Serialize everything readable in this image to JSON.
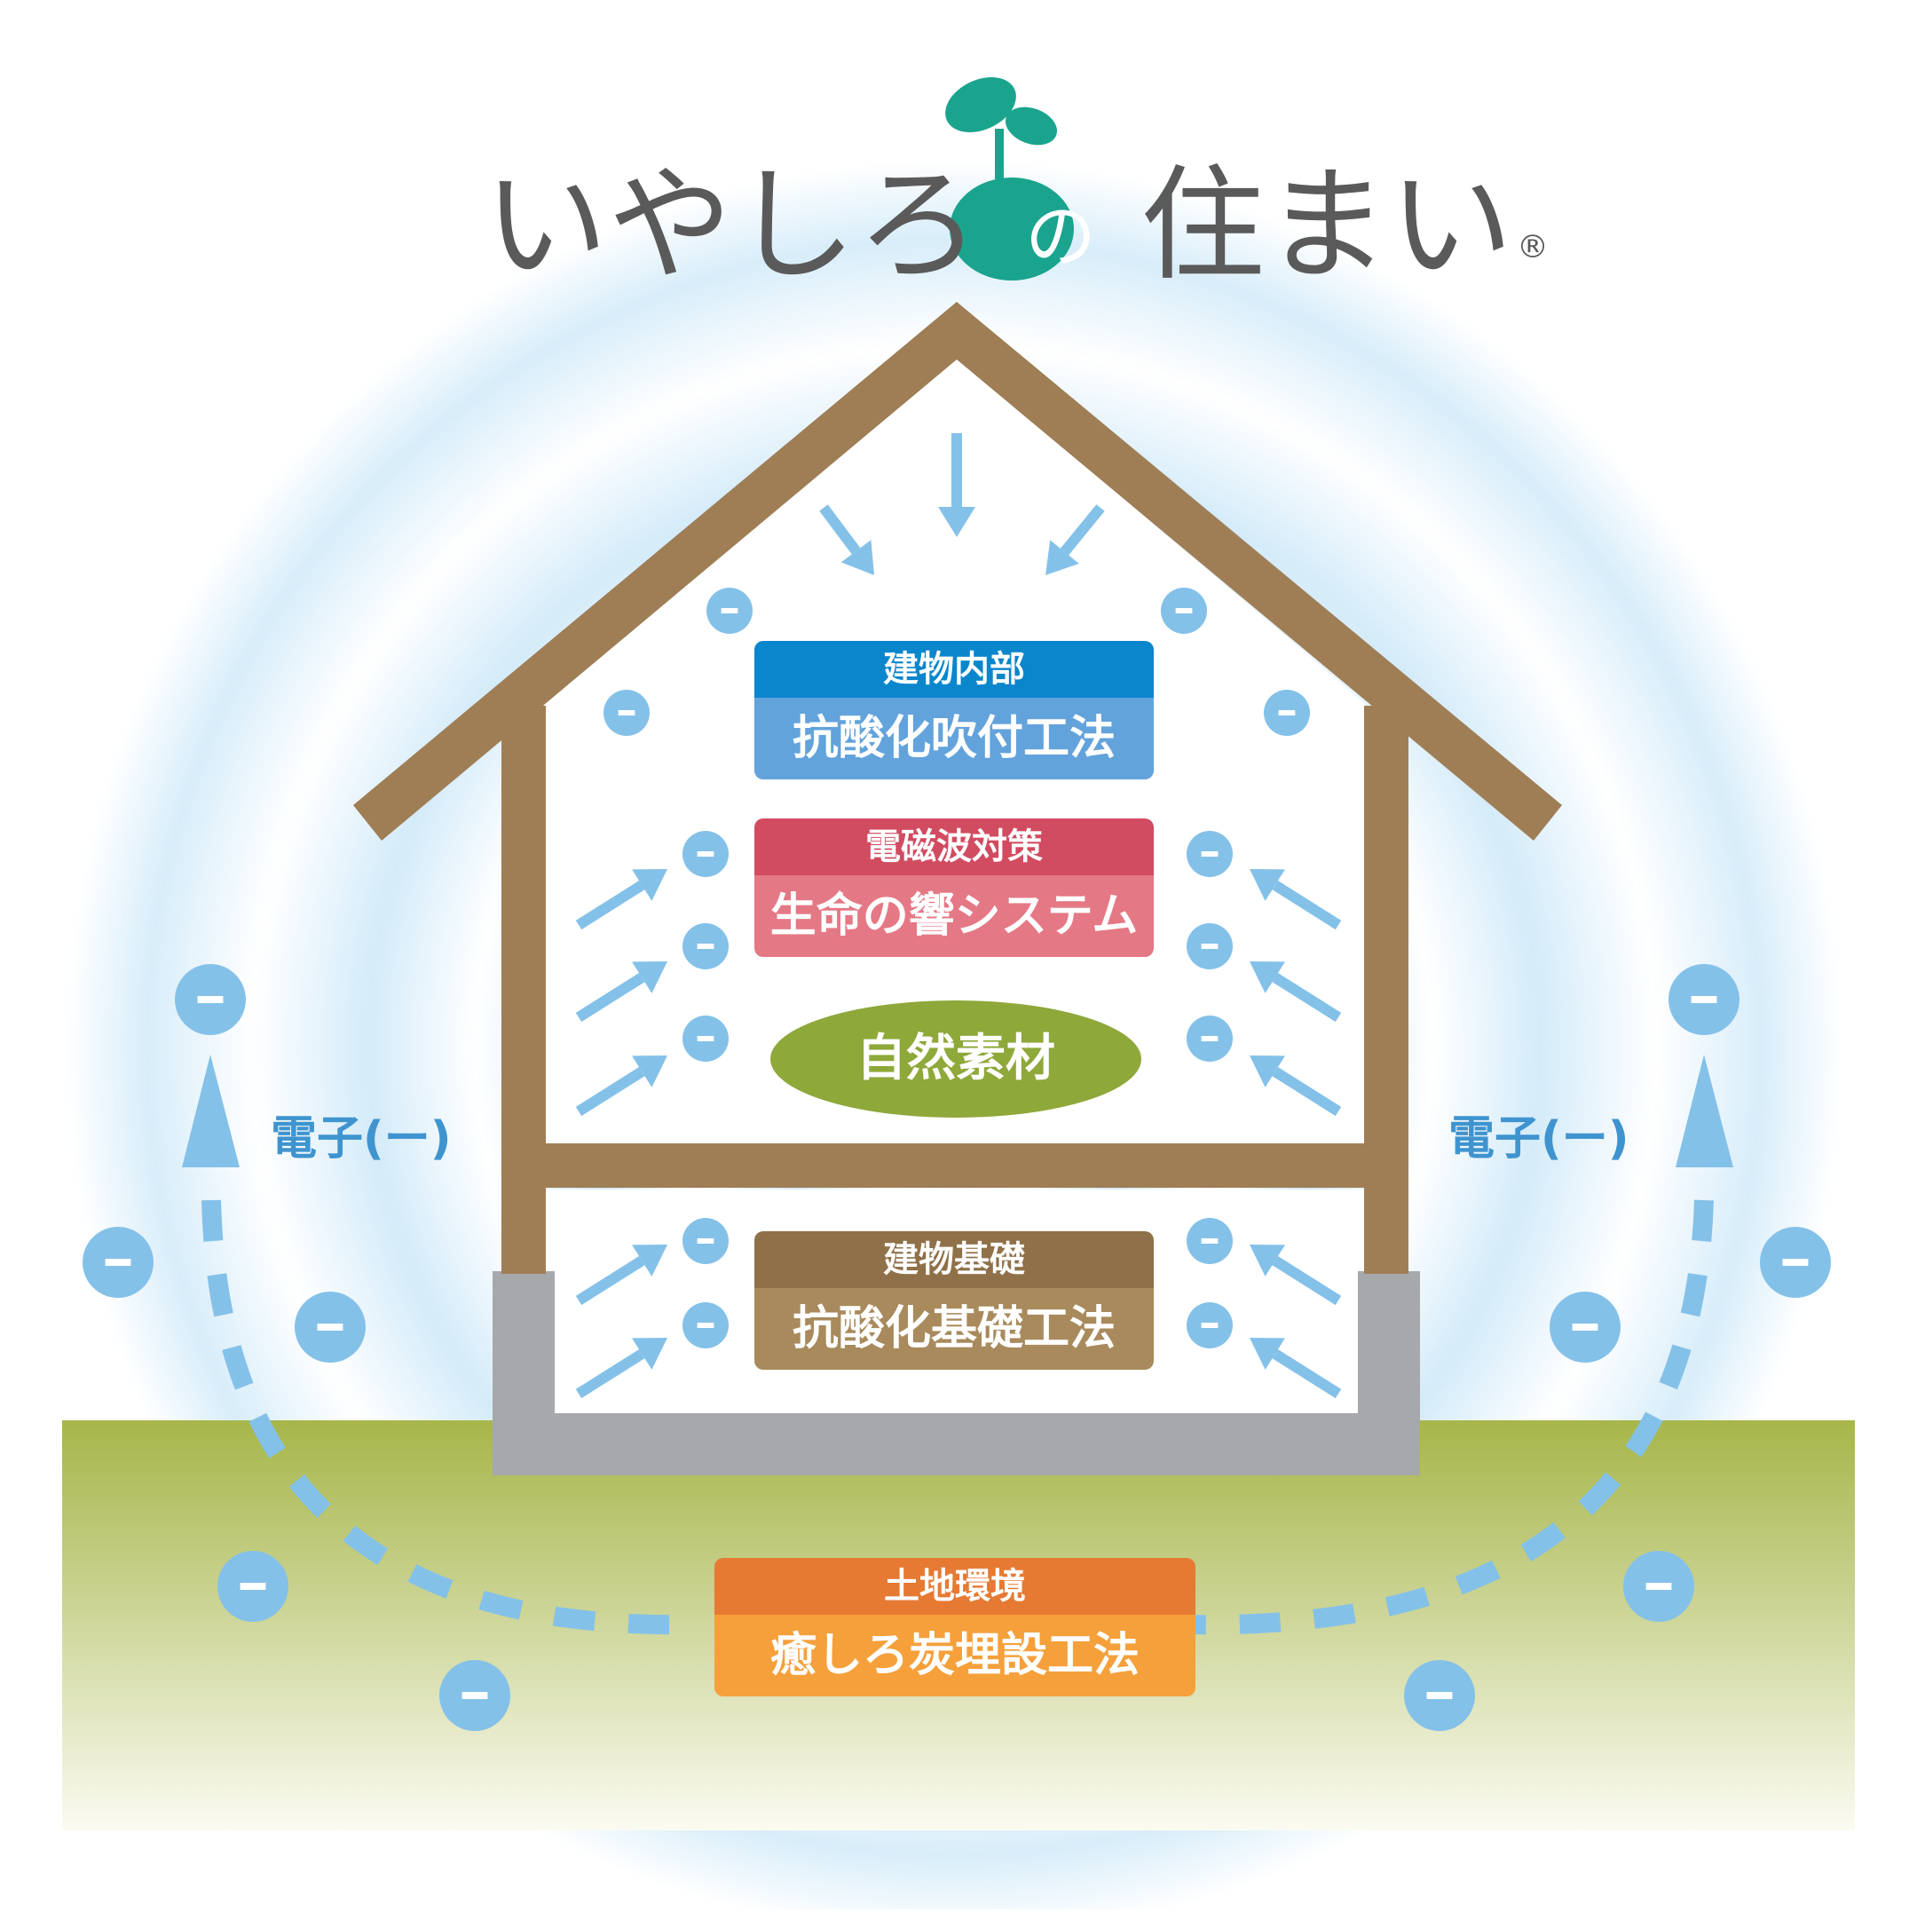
{
  "logo": {
    "prefix": "いやしろ",
    "sprout_char": "の",
    "suffix": "住まい",
    "registered": "®"
  },
  "boxes": {
    "interior": {
      "header": "建物内部",
      "body": "抗酸化吹付工法",
      "header_color": "#0a86cc",
      "body_color": "#63a3dc"
    },
    "emf": {
      "header": "電磁波対策",
      "body": "生命の響システム",
      "header_color": "#d14b61",
      "body_color": "#e57885"
    },
    "foundation": {
      "header": "建物基礎",
      "body": "抗酸化基礎工法",
      "header_color": "#8f7048",
      "body_color": "#a88a5c"
    },
    "land": {
      "header": "土地環境",
      "body": "癒しろ炭埋設工法",
      "header_color": "#e67a33",
      "body_color": "#f5a03b"
    }
  },
  "natural_material": {
    "label": "自然素材",
    "color": "#8ea83a"
  },
  "electron_label_left": "電子(ー)",
  "electron_label_right": "電子(ー)",
  "electron_symbol": "ー",
  "colors": {
    "house_frame": "#9f7e56",
    "foundation": "#a7a8ab",
    "ground_top": "#a7b64a",
    "ripple": "#d8edf9",
    "electron": "#84c1e9",
    "logo_green": "#1aa48e",
    "text_gray": "#5a5a5a"
  }
}
